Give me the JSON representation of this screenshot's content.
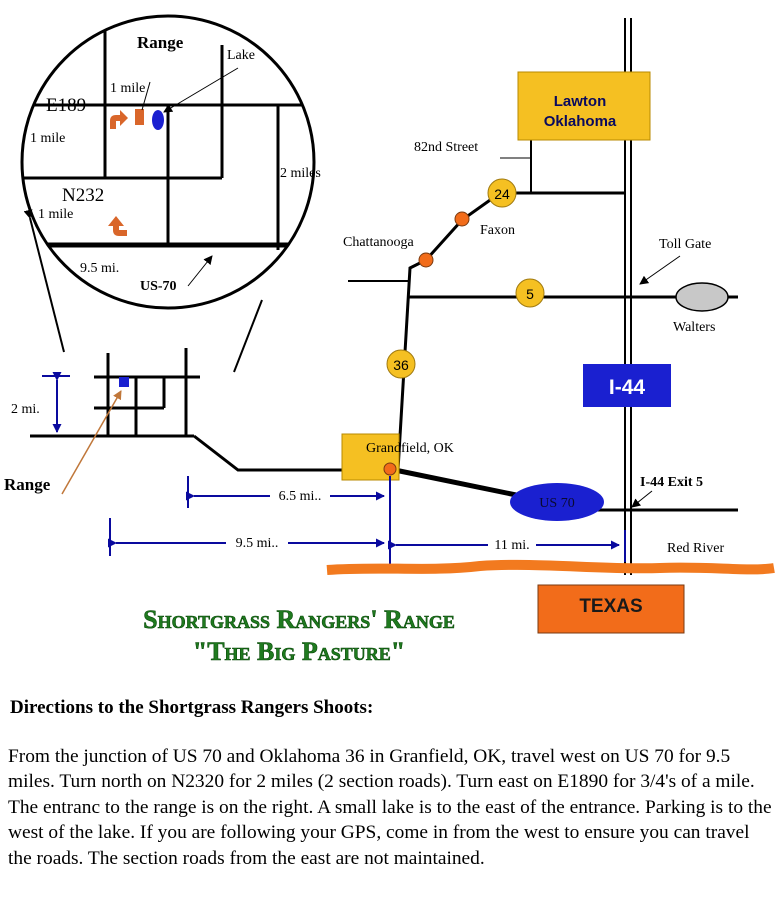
{
  "inset": {
    "range": "Range",
    "lake": "Lake",
    "road_e189": "E189",
    "road_n232": "N232",
    "one_mile_top": "1 mile",
    "one_mile_left": "1 mile",
    "one_mile_lower": "1 mile",
    "two_miles": "2 miles",
    "nine_five": "9.5 mi.",
    "us70": "US-70"
  },
  "map": {
    "two_mi": "2 mi.",
    "range_label": "Range",
    "lawton_line1": "Lawton",
    "lawton_line2": "Oklahoma",
    "street_82nd": "82nd Street",
    "chattanooga": "Chattanooga",
    "faxon": "Faxon",
    "toll_gate": "Toll Gate",
    "walters": "Walters",
    "grandfield": "Grandfield, OK",
    "i44_exit": "I-44 Exit 5",
    "red_river": "Red River",
    "texas": "TEXAS",
    "i44": "I-44",
    "us70_oval": "US 70",
    "route_24": "24",
    "route_5": "5",
    "route_36": "36",
    "dist_65": "6.5 mi..",
    "dist_95": "9.5 mi..",
    "dist_11": "11 mi.",
    "title_line1": "Shortgrass Rangers' Range",
    "title_line2": "\"The Big Pasture\""
  },
  "colors": {
    "gold": "#f5c022",
    "orange": "#f26c1a",
    "navy": "#0a0a9e",
    "blue": "#1a20d0",
    "green": "#1f7a1f",
    "arrow_orange": "#d9662a"
  },
  "directions": {
    "heading": "Directions to the Shortgrass Rangers Shoots:",
    "body": "From the junction of US 70 and Oklahoma 36 in Granfield, OK, travel west on US 70 for 9.5 miles.  Turn north on N2320 for 2 miles (2 section roads).  Turn east on E1890 for 3/4's of a mile.  The entranc to the range is on the right.  A small lake is to the east of the entrance.  Parking is to the west of the lake.  If you are following your GPS, come in from the west to ensure you can travel the roads.  The section roads from the east are not maintained."
  }
}
